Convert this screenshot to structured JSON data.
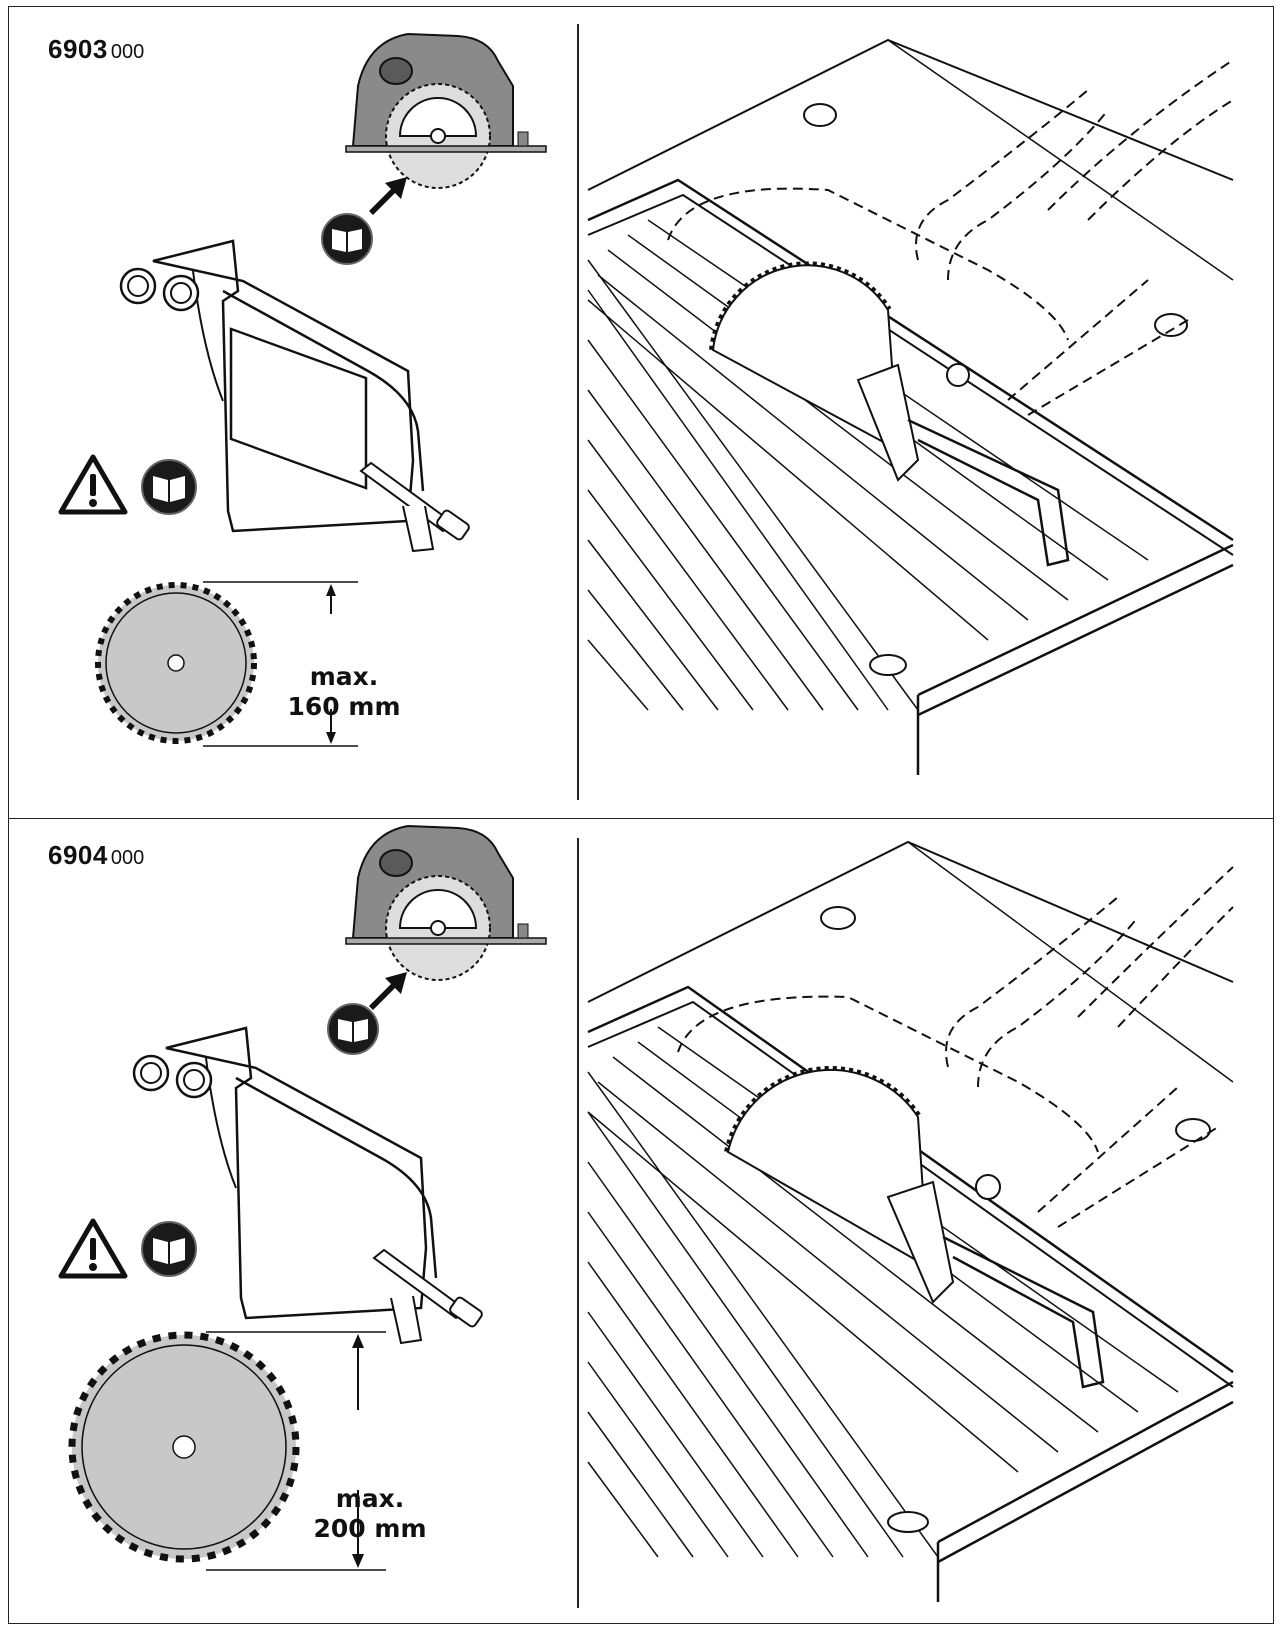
{
  "panels": [
    {
      "model_number": "6903",
      "model_suffix": "000",
      "max_label": "max.",
      "max_value": "160 mm"
    },
    {
      "model_number": "6904",
      "model_suffix": "000",
      "max_label": "max.",
      "max_value": "200 mm"
    }
  ],
  "icons": {
    "warning": "warning-triangle-icon",
    "manual": "read-manual-icon",
    "arrow": "arrow-up-right-icon"
  },
  "colors": {
    "line": "#111111",
    "blade_fill": "#c8c8c8",
    "saw_body": "#8a8a8a",
    "saw_body_dark": "#5a5a5a",
    "icon_bg": "#1a1a1a"
  }
}
